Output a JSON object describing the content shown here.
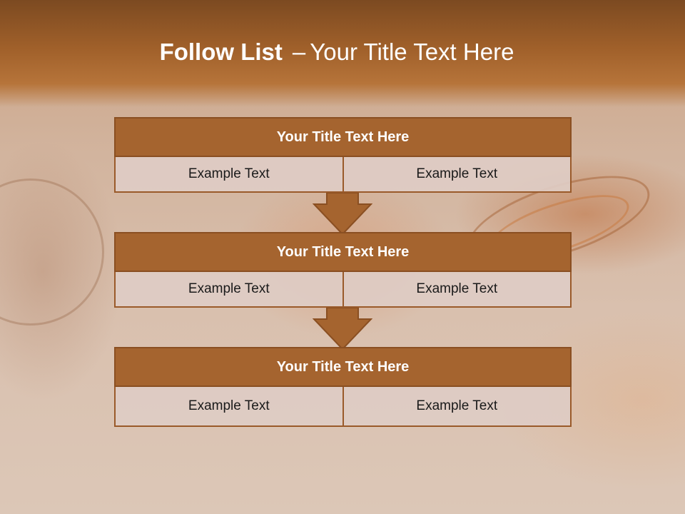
{
  "slide": {
    "title_bold": "Follow List",
    "title_sep": "–",
    "title_rest": "Your Title Text Here"
  },
  "blocks": [
    {
      "header": "Your Title Text Here",
      "left": "Example Text",
      "right": "Example Text"
    },
    {
      "header": "Your Title Text Here",
      "left": "Example Text",
      "right": "Example Text"
    },
    {
      "header": "Your Title Text Here",
      "left": "Example Text",
      "right": "Example Text"
    }
  ],
  "colors": {
    "accent": "#a5642f",
    "accent_border": "#8a4f22",
    "cell_fill": "#decdc4",
    "title_text": "#ffffff"
  },
  "icons": [
    "down-arrow-icon",
    "down-arrow-icon"
  ]
}
